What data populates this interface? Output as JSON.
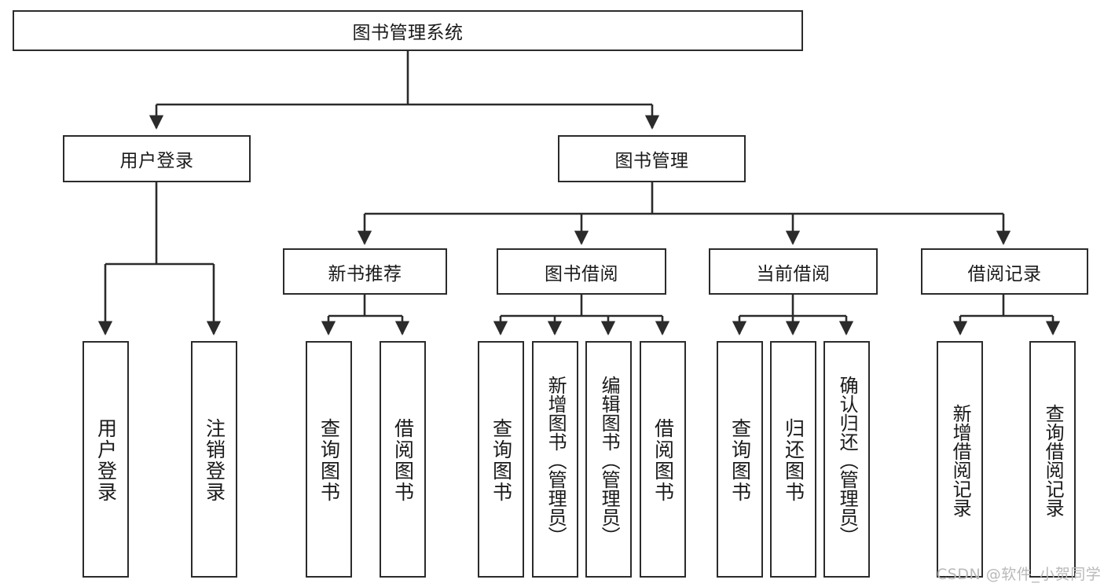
{
  "diagram": {
    "type": "tree-hierarchy",
    "title": "图书管理系统",
    "root": {
      "label": "图书管理系统"
    },
    "level2": [
      {
        "label": "用户登录"
      },
      {
        "label": "图书管理"
      }
    ],
    "level3": [
      {
        "label": "新书推荐"
      },
      {
        "label": "图书借阅"
      },
      {
        "label": "当前借阅"
      },
      {
        "label": "借阅记录"
      }
    ],
    "leaves": {
      "user_login": [
        {
          "label": "用户登录"
        },
        {
          "label": "注销登录"
        }
      ],
      "new_book_recommend": [
        {
          "label": "查询图书"
        },
        {
          "label": "借阅图书"
        }
      ],
      "book_borrow": [
        {
          "label": "查询图书"
        },
        {
          "label": "新增图书（管理员）"
        },
        {
          "label": "编辑图书（管理员）"
        },
        {
          "label": "借阅图书"
        }
      ],
      "current_borrow": [
        {
          "label": "查询图书"
        },
        {
          "label": "归还图书"
        },
        {
          "label": "确认归还（管理员）"
        }
      ],
      "borrow_record": [
        {
          "label": "新增借阅记录"
        },
        {
          "label": "查询借阅记录"
        }
      ]
    }
  },
  "watermark": {
    "text": "CSDN @软件_小贺同学"
  },
  "colors": {
    "stroke": "#2b2b2b",
    "background": "#ffffff",
    "text": "#1a1a1a",
    "watermark": "#b9b9b9"
  }
}
